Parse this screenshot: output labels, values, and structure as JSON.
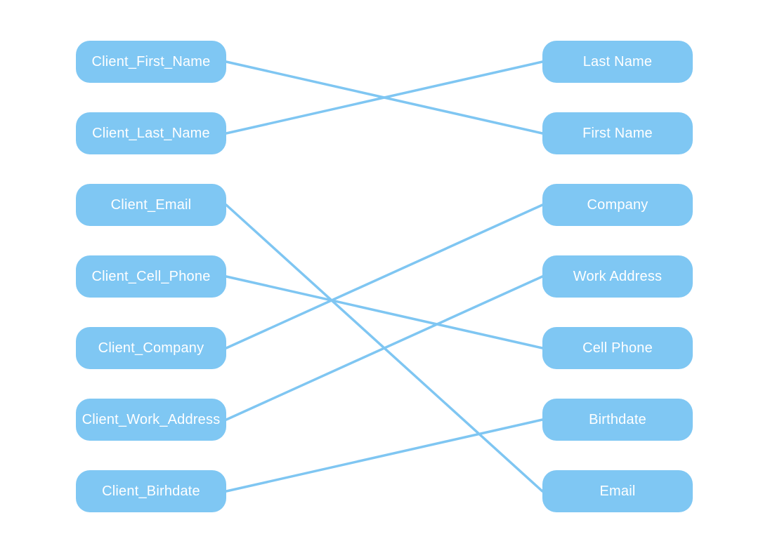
{
  "colors": {
    "node_fill": "#7fc7f3",
    "node_text": "#ffffff",
    "connector": "#7fc6f2",
    "background": "#ffffff"
  },
  "source_fields": [
    {
      "id": "s0",
      "label": "Client_First_Name"
    },
    {
      "id": "s1",
      "label": "Client_Last_Name"
    },
    {
      "id": "s2",
      "label": "Client_Email"
    },
    {
      "id": "s3",
      "label": "Client_Cell_Phone"
    },
    {
      "id": "s4",
      "label": "Client_Company"
    },
    {
      "id": "s5",
      "label": "Client_Work_Address"
    },
    {
      "id": "s6",
      "label": "Client_Birhdate"
    }
  ],
  "target_fields": [
    {
      "id": "t0",
      "label": "Last Name"
    },
    {
      "id": "t1",
      "label": "First Name"
    },
    {
      "id": "t2",
      "label": "Company"
    },
    {
      "id": "t3",
      "label": "Work Address"
    },
    {
      "id": "t4",
      "label": "Cell Phone"
    },
    {
      "id": "t5",
      "label": "Birthdate"
    },
    {
      "id": "t6",
      "label": "Email"
    }
  ],
  "mappings": [
    {
      "from": "s0",
      "to": "t1"
    },
    {
      "from": "s1",
      "to": "t0"
    },
    {
      "from": "s2",
      "to": "t6"
    },
    {
      "from": "s3",
      "to": "t4"
    },
    {
      "from": "s4",
      "to": "t2"
    },
    {
      "from": "s5",
      "to": "t3"
    },
    {
      "from": "s6",
      "to": "t5"
    }
  ]
}
